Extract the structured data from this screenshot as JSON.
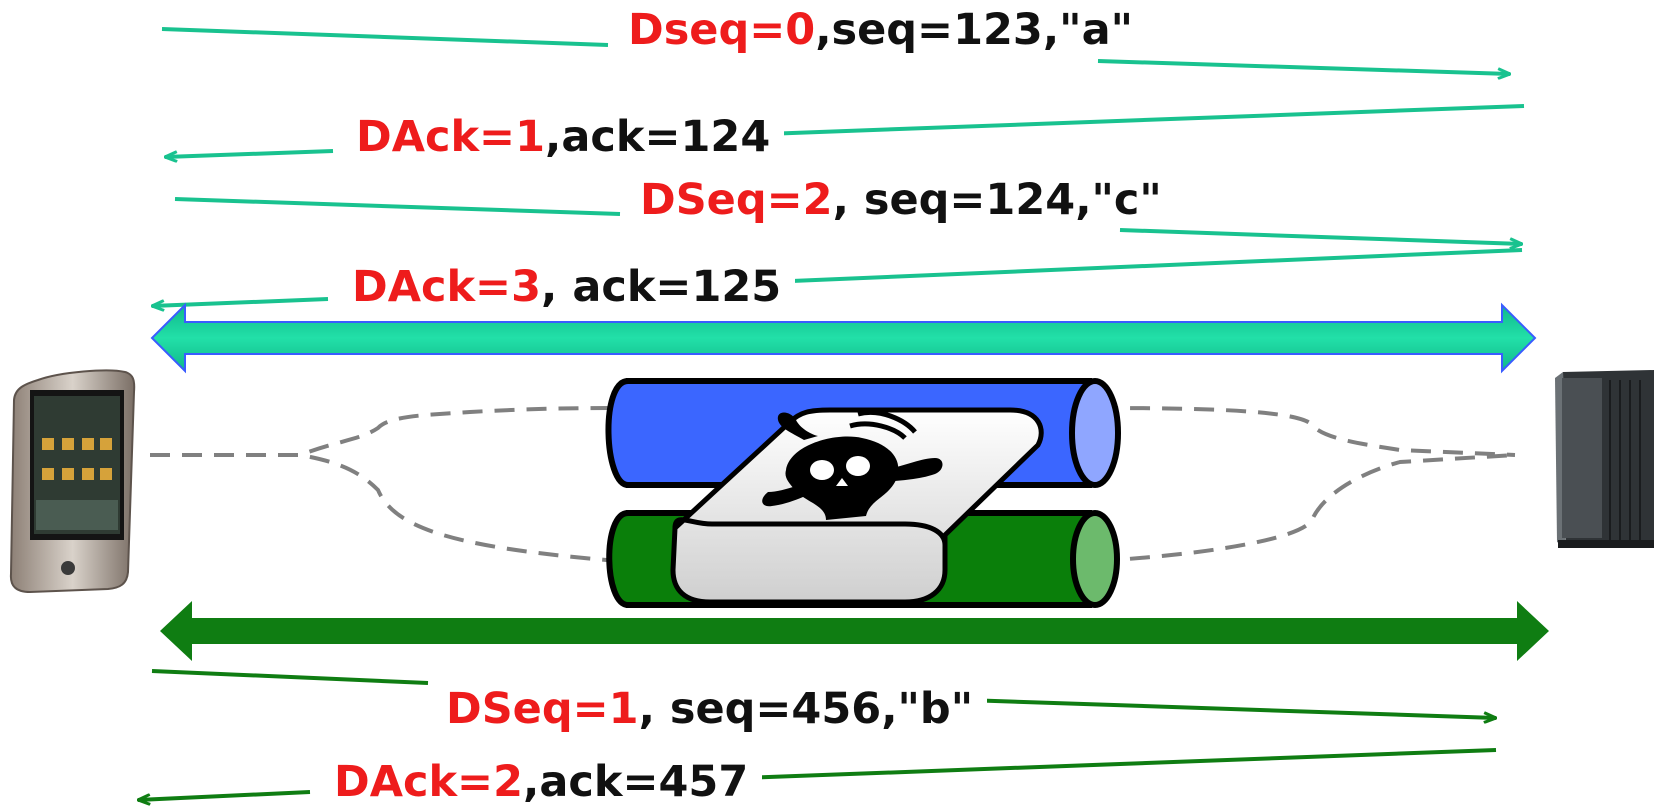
{
  "colors": {
    "teal": "#19c28f",
    "dark_green": "#0f7d12",
    "blue_tube": "#3b66ff",
    "green_tube": "#0a7f0a",
    "red_text": "#ee1c1c",
    "gray_dash": "#808080"
  },
  "icons": {
    "phone": "smartphone-icon",
    "server": "server-tower-icon",
    "middlebox": "skull-crossbones-box-icon"
  },
  "messages": [
    {
      "id": "m1",
      "dir": "right",
      "subflow": "top",
      "red": "Dseq=0",
      "black": ",seq=123,\"a\""
    },
    {
      "id": "m2",
      "dir": "left",
      "subflow": "top",
      "red": "DAck=1",
      "black": ",ack=124"
    },
    {
      "id": "m3",
      "dir": "right",
      "subflow": "top",
      "red": "DSeq=2",
      "black": ", seq=124,\"c\""
    },
    {
      "id": "m4",
      "dir": "left",
      "subflow": "top",
      "red": "DAck=3",
      "black": ", ack=125"
    },
    {
      "id": "m5",
      "dir": "right",
      "subflow": "bottom",
      "red": "DSeq=1",
      "black": ", seq=456,\"b\""
    },
    {
      "id": "m6",
      "dir": "left",
      "subflow": "bottom",
      "red": "DAck=2",
      "black": ",ack=457"
    }
  ]
}
